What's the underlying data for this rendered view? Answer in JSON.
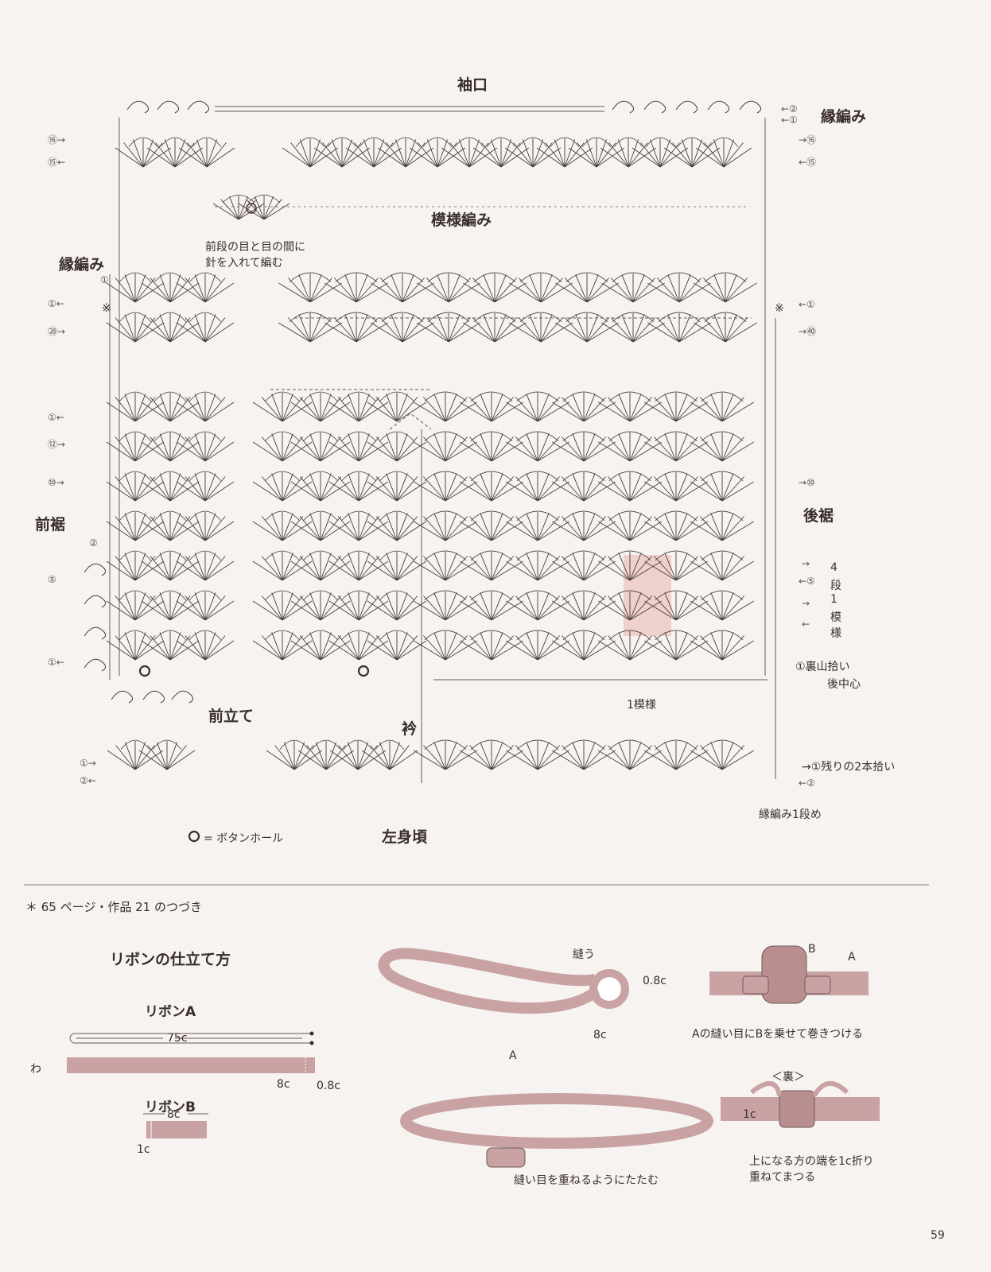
{
  "chart": {
    "title_sleeve": "袖口",
    "edging_top": "縁編み",
    "pattern": "模様編み",
    "note_between_1": "前段の目と目の間に",
    "note_between_2": "針を入れて編む",
    "edging_left": "縁編み",
    "front_hem": "前裾",
    "back_hem": "後裾",
    "front_band": "前立て",
    "collar": "衿",
    "four_rows_one_pattern": [
      "4",
      "段",
      "1",
      "模",
      "様"
    ],
    "pick_back_loop": "①裏山拾い",
    "center_back": "後中心",
    "one_pattern": "1模様",
    "pick_remaining": "→①残りの2本拾い",
    "edging_row1": "縁編み1段め",
    "buttonhole_legend": "= ボタンホール",
    "left_body": "左身頃",
    "asterisk": "※",
    "row_labels_left": [
      "⑯→",
      "⑮←",
      "①←",
      "㉘→",
      "①←",
      "⑫→",
      "⑩→",
      "②",
      "⑤",
      "①←",
      "①→",
      "②←",
      "①"
    ],
    "row_labels_right": [
      "←②",
      "←①",
      "→⑯",
      "←⑮",
      "←①",
      "→㊵",
      "→⑩",
      "→",
      "←⑤",
      "→",
      "←",
      "←②"
    ]
  },
  "lower": {
    "continuation": "＊ 65 ページ・作品 21 のつづき",
    "ribbon_title": "リボンの仕立て方",
    "ribbon_a": "リボンA",
    "ribbon_b": "リボンB",
    "len_75": "75c",
    "wa": "わ",
    "len_8": "8c",
    "len_08": "0.8c",
    "len_8b": "8c",
    "len_1": "1c",
    "sew": "縫う",
    "sew_08": "0.8c",
    "sew_8": "8c",
    "label_a": "A",
    "label_b": "B",
    "label_a2": "A",
    "step3": "Aの縫い目にBを乗せて巻きつける",
    "back": "＜裏＞",
    "len_1b": "1c",
    "fold_note_1": "上になる方の端を1c折り",
    "fold_note_2": "重ねてまつる",
    "fold_step": "縫い目を重ねるようにたたむ"
  },
  "page_number": "59",
  "colors": {
    "ribbon": "#c9a3a4",
    "ribbon_dark": "#a9807f",
    "ink": "#3a2e2c",
    "highlight": "#eed1cd"
  }
}
